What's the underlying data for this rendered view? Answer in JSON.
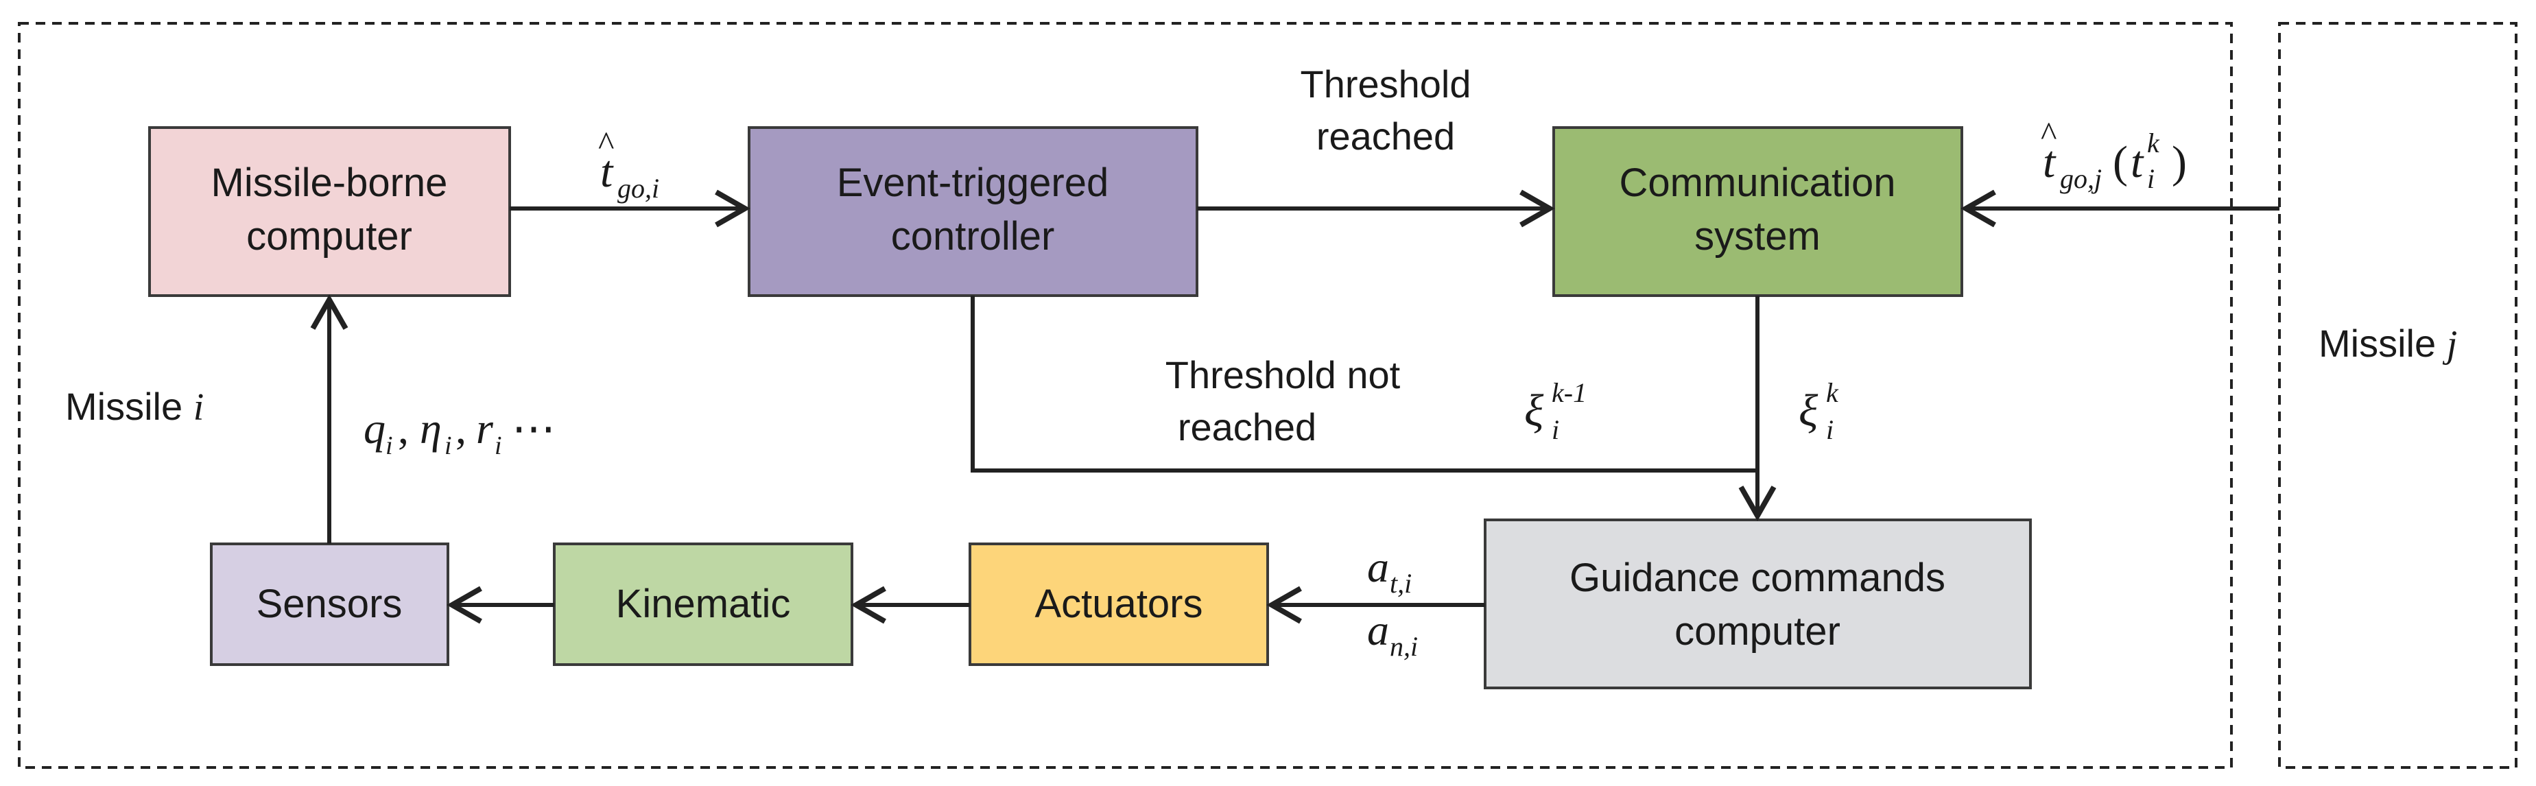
{
  "regions": {
    "missile_i": "Missile i",
    "missile_j": "Missile j"
  },
  "blocks": {
    "missile_borne_computer": {
      "line1": "Missile-borne",
      "line2": "computer",
      "color": "#f2d4d6"
    },
    "event_triggered_controller": {
      "line1": "Event-triggered",
      "line2": "controller",
      "color": "#a59ac1"
    },
    "communication_system": {
      "line1": "Communication",
      "line2": "system",
      "color": "#9bbb72"
    },
    "guidance_commands_computer": {
      "line1": "Guidance commands",
      "line2": "computer",
      "color": "#dcdde0"
    },
    "actuators": {
      "line1": "Actuators",
      "color": "#fdd57a"
    },
    "kinematic": {
      "line1": "Kinematic",
      "color": "#bed7a4"
    },
    "sensors": {
      "line1": "Sensors",
      "color": "#d6cfe3"
    }
  },
  "labels": {
    "threshold_reached": {
      "line1": "Threshold",
      "line2": "reached"
    },
    "threshold_not_reached": {
      "line1": "Threshold not",
      "line2": "reached"
    },
    "t_go_i": {
      "base": "t",
      "sub": "go,i"
    },
    "t_go_j": {
      "base": "t",
      "sub": "go,j",
      "arg_base": "t",
      "arg_sub": "i",
      "arg_sup": "k"
    },
    "xi_k_minus_1": {
      "base": "ξ",
      "sub": "i",
      "sup": "k-1"
    },
    "xi_k": {
      "base": "ξ",
      "sub": "i",
      "sup": "k"
    },
    "a_t": {
      "base": "a",
      "sub": "t,i"
    },
    "a_n": {
      "base": "a",
      "sub": "n,i"
    },
    "sensor_vars": {
      "q": "q",
      "eta": "η",
      "r": "r",
      "sub": "i",
      "ellipsis": "⋯"
    }
  }
}
